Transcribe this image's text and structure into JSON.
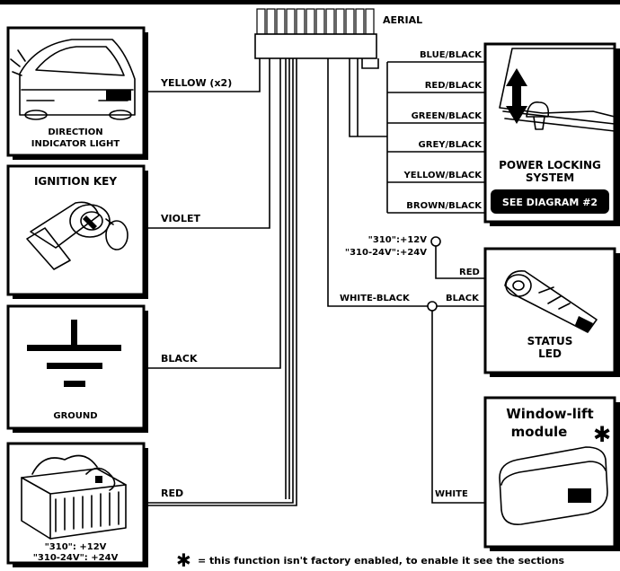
{
  "connector": {
    "aerial_label": "AERIAL"
  },
  "devices": {
    "direction": {
      "label_line1": "DIRECTION",
      "label_line2": "INDICATOR LIGHT",
      "wire_label": "YELLOW (x2)"
    },
    "ignition": {
      "title": "IGNITION KEY",
      "wire_label": "VIOLET"
    },
    "ground": {
      "label": "GROUND",
      "wire_label": "BLACK"
    },
    "battery": {
      "label_line1": "\"310\": +12V",
      "label_line2": "\"310-24V\": +24V",
      "wire_label": "RED"
    },
    "power_locking": {
      "title_line1": "POWER LOCKING",
      "title_line2": "SYSTEM",
      "button": "SEE DIAGRAM #2",
      "wires": [
        "BLUE/BLACK",
        "RED/BLACK",
        "GREEN/BLACK",
        "GREY/BLACK",
        "YELLOW/BLACK",
        "BROWN/BLACK"
      ]
    },
    "status_led": {
      "label_line1": "STATUS",
      "label_line2": "LED",
      "supply_line1": "\"310\":+12V",
      "supply_line2": "\"310-24V\":+24V",
      "red_label": "RED",
      "black_label": "BLACK",
      "input_label": "WHITE-BLACK"
    },
    "window_lift": {
      "title_line1": "Window-lift",
      "title_line2": "module",
      "wire_label": "WHITE"
    }
  },
  "footnote": "= this function isn't factory enabled, to enable it see the sections"
}
